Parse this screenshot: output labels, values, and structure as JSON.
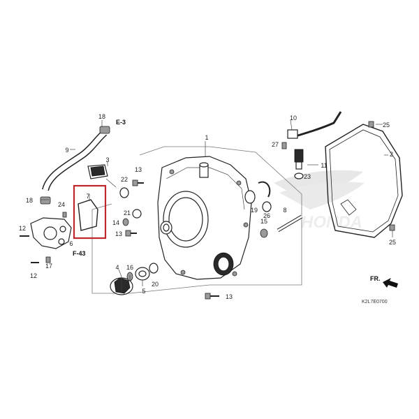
{
  "labels": {
    "p1": "1",
    "p2": "2",
    "p3": "3",
    "p4": "4",
    "p5": "5",
    "p6": "6",
    "p7": "7",
    "p8": "8",
    "p9": "9",
    "p10": "10",
    "p11": "11",
    "p12a": "12",
    "p12b": "12",
    "p13a": "13",
    "p13b": "13",
    "p13c": "13",
    "p14": "14",
    "p15": "15",
    "p16": "16",
    "p17": "17",
    "p18a": "18",
    "p18b": "18",
    "p19": "19",
    "p20": "20",
    "p21": "21",
    "p22": "22",
    "p23": "23",
    "p24": "24",
    "p25a": "25",
    "p25b": "25",
    "p26": "26",
    "p27": "27"
  },
  "refs": {
    "e3": "E-3",
    "f43": "F-43",
    "fr": "FR."
  },
  "diagram_code": "K2L7E0700",
  "brand_watermark": "HONDA",
  "highlight_color": "#c0272d"
}
